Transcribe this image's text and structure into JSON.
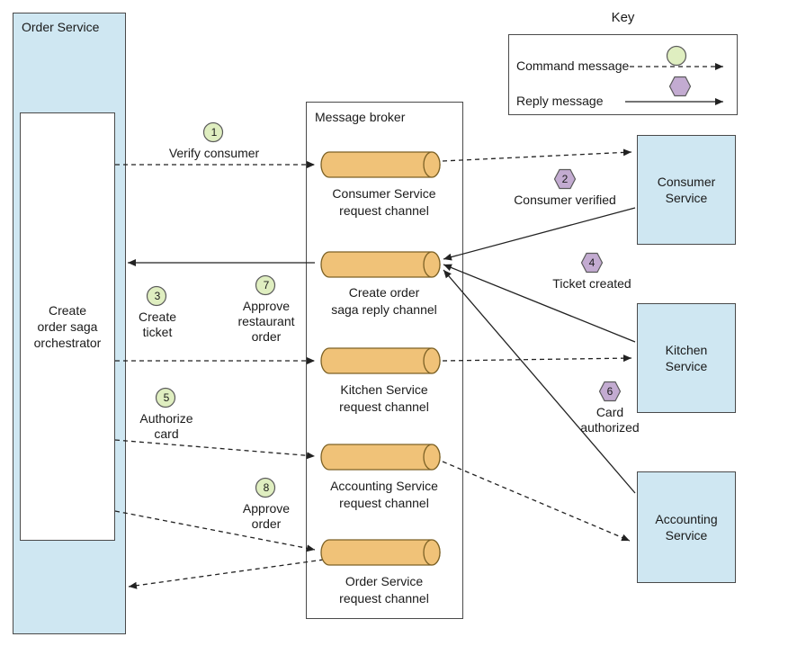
{
  "colors": {
    "service_fill": "#cfe7f2",
    "box_stroke": "#4a4a4a",
    "cylinder_fill": "#f0c278",
    "cylinder_stroke": "#7d6226",
    "command_fill": "#dfeec0",
    "reply_fill": "#c3abd1",
    "badge_stroke": "#5a5a5a",
    "line_color": "#222222"
  },
  "order_service": {
    "label": "Order Service",
    "orchestrator_label": "Create\norder saga\norchestrator"
  },
  "message_broker": {
    "label": "Message broker",
    "channels": [
      {
        "name": "Consumer Service\nrequest channel"
      },
      {
        "name": "Create order\nsaga reply channel"
      },
      {
        "name": "Kitchen Service\nrequest channel"
      },
      {
        "name": "Accounting Service\nrequest channel"
      },
      {
        "name": "Order Service\nrequest channel"
      }
    ]
  },
  "services": [
    {
      "name": "Consumer\nService"
    },
    {
      "name": "Kitchen\nService"
    },
    {
      "name": "Accounting\nService"
    }
  ],
  "key": {
    "title": "Key",
    "items": [
      {
        "label": "Command message",
        "type": "command"
      },
      {
        "label": "Reply message",
        "type": "reply"
      }
    ]
  },
  "steps": [
    {
      "number": "1",
      "type": "command",
      "label": "Verify consumer"
    },
    {
      "number": "2",
      "type": "reply",
      "label": "Consumer verified"
    },
    {
      "number": "3",
      "type": "command",
      "label": "Create\nticket"
    },
    {
      "number": "4",
      "type": "reply",
      "label": "Ticket created"
    },
    {
      "number": "5",
      "type": "command",
      "label": "Authorize\ncard"
    },
    {
      "number": "6",
      "type": "reply",
      "label": "Card\nauthorized"
    },
    {
      "number": "7",
      "type": "command",
      "label": "Approve\nrestaurant\norder"
    },
    {
      "number": "8",
      "type": "command",
      "label": "Approve\norder"
    }
  ]
}
